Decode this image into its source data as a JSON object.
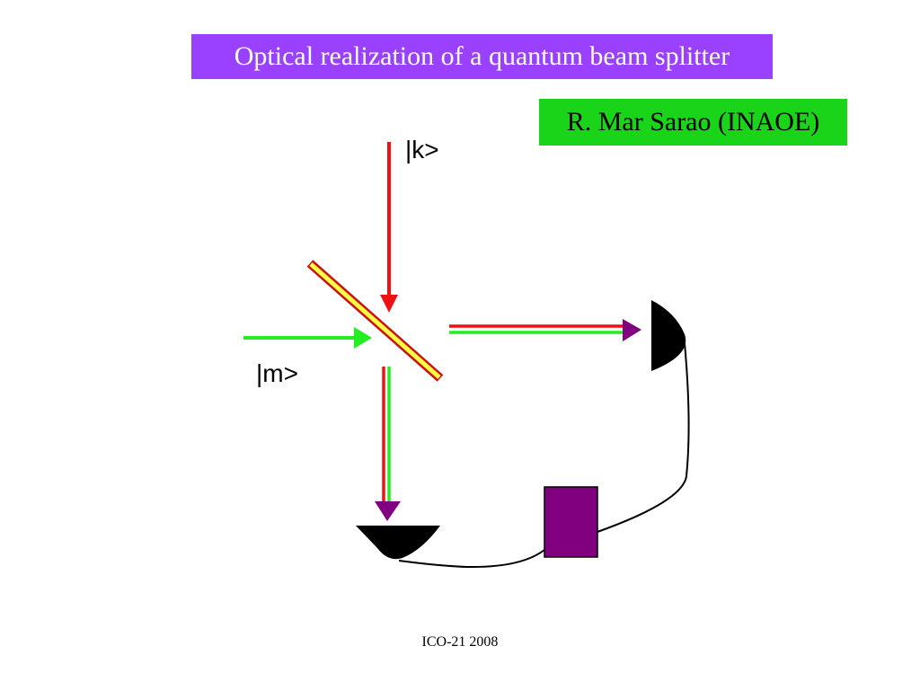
{
  "slide": {
    "title": "Optical realization of a quantum beam splitter",
    "author": "R. Mar Sarao (INAOE)",
    "footer": "ICO-21 2008"
  },
  "diagram": {
    "input_k_label": "|k>",
    "input_m_label": "|m>",
    "colors": {
      "beam_k": "#ee1111",
      "beam_m": "#22ee22",
      "splitter_fill": "#ffff44",
      "splitter_edge": "#cc1111",
      "arrow_head": "#800080",
      "detector": "#000000",
      "processor": "#800080"
    },
    "components": [
      "beam-splitter",
      "detector-right",
      "detector-bottom",
      "processor-box",
      "connecting-cable"
    ]
  }
}
